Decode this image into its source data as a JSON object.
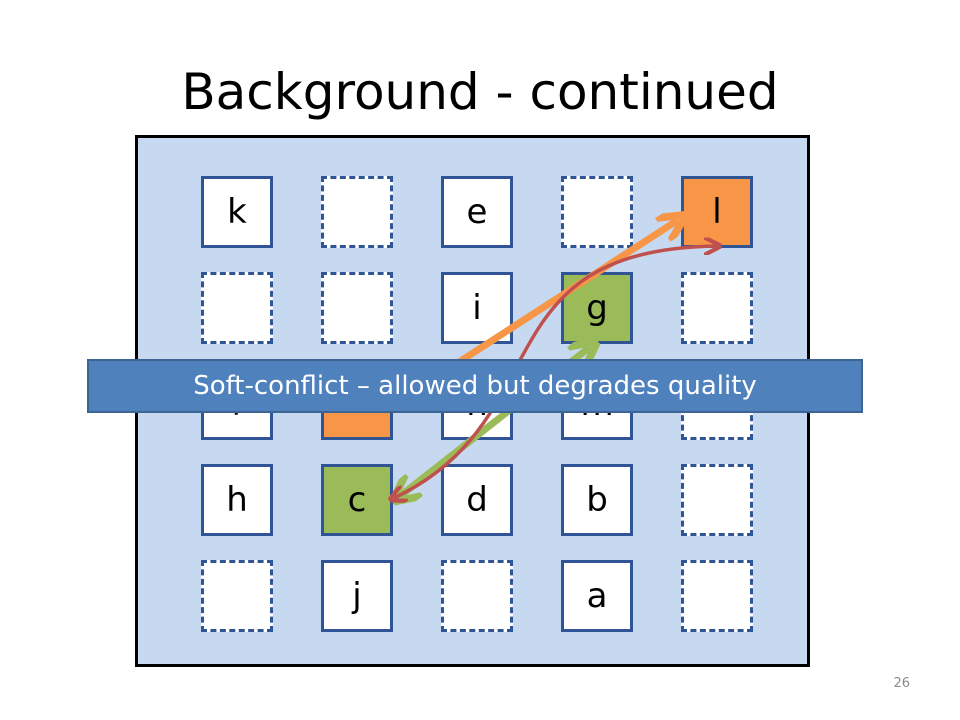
{
  "title": "Background - continued",
  "banner": "Soft-conflict – allowed but degrades quality",
  "page_number": "26",
  "colors": {
    "board": "#c6d9f0",
    "cell_border": "#2f5597",
    "highlight_orange": "#f79646",
    "highlight_green": "#9bbb59",
    "arrow_orange": "#f79646",
    "arrow_green": "#9bbb59",
    "arrow_red": "#c0504d",
    "banner": "#4f81bd"
  },
  "grid": {
    "rows": [
      [
        {
          "label": "k",
          "style": "solid"
        },
        {
          "label": "",
          "style": "dashed"
        },
        {
          "label": "e",
          "style": "solid"
        },
        {
          "label": "",
          "style": "dashed"
        },
        {
          "label": "l",
          "style": "solid",
          "fill": "orange"
        }
      ],
      [
        {
          "label": "",
          "style": "dashed"
        },
        {
          "label": "",
          "style": "dashed"
        },
        {
          "label": "i",
          "style": "solid"
        },
        {
          "label": "g",
          "style": "solid",
          "fill": "green"
        },
        {
          "label": "",
          "style": "dashed"
        }
      ],
      [
        {
          "label": "f",
          "style": "solid"
        },
        {
          "label": "",
          "style": "solid",
          "fill": "orange"
        },
        {
          "label": "n",
          "style": "solid"
        },
        {
          "label": "m",
          "style": "solid"
        },
        {
          "label": "",
          "style": "dashed"
        }
      ],
      [
        {
          "label": "h",
          "style": "solid"
        },
        {
          "label": "c",
          "style": "solid",
          "fill": "green"
        },
        {
          "label": "d",
          "style": "solid"
        },
        {
          "label": "b",
          "style": "solid"
        },
        {
          "label": "",
          "style": "dashed"
        }
      ],
      [
        {
          "label": "",
          "style": "dashed"
        },
        {
          "label": "j",
          "style": "solid"
        },
        {
          "label": "",
          "style": "dashed"
        },
        {
          "label": "a",
          "style": "solid"
        },
        {
          "label": "",
          "style": "dashed"
        }
      ]
    ]
  },
  "arrows": [
    {
      "name": "orange-arrow",
      "color": "orange",
      "from": "row3-col2",
      "to": "l",
      "heads": "end"
    },
    {
      "name": "green-arrow",
      "color": "green",
      "from": "c",
      "to": "g",
      "heads": "both"
    },
    {
      "name": "red-arrow",
      "color": "red",
      "from": "c",
      "to": "l",
      "heads": "both",
      "curved": true
    }
  ]
}
